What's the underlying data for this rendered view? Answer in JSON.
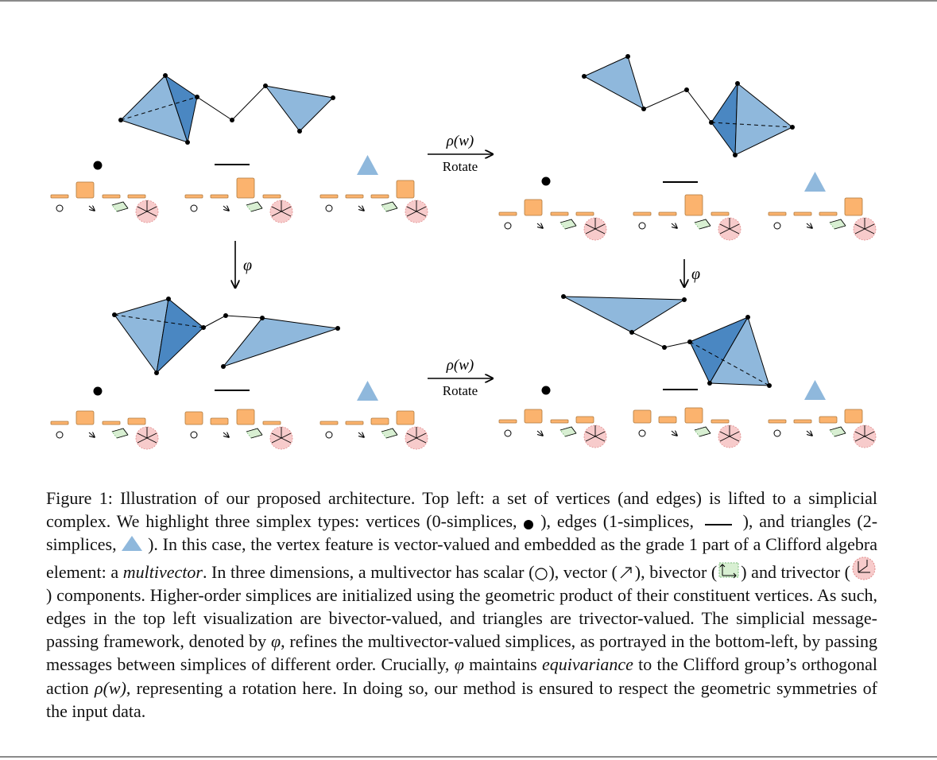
{
  "figure": {
    "arrow_top_math": "ρ(w)",
    "arrow_top_word": "Rotate",
    "arrow_bottom_math": "ρ(w)",
    "arrow_bottom_word": "Rotate",
    "phi_left": "φ",
    "phi_right": "φ"
  },
  "caption": {
    "s1": "Figure 1: Illustration of our proposed architecture. Top left: a set of vertices (and edges) is lifted to a simplicial complex. We highlight three simplex types: vertices (0-simplices,",
    "s2": "), edges (1-simplices,",
    "s3": "), and triangles (2-simplices,",
    "s4": "). In this case, the vertex feature is vector-valued and embedded as the grade 1 part of a Clifford algebra element: a",
    "s5": "multivector",
    "s6": ". In three dimensions, a multivector has scalar (",
    "s7": "), vector (",
    "s8": "), bivector (",
    "s9": ") and trivector (",
    "s10": ") components. Higher-order simplices are initialized using the geometric product of their constituent vertices. As such, edges in the top left visualization are bivector-valued, and triangles are trivector-valued. The simplicial message-passing framework, denoted by",
    "s11": "φ",
    "s12": ", refines the multivector-valued simplices, as portrayed in the bottom-left, by passing messages between simplices of different order. Crucially,",
    "s13": "φ",
    "s14": "maintains",
    "s15": "equivariance",
    "s16": "to the Clifford group’s orthogonal action",
    "s17": "ρ(w)",
    "s18": ", representing a rotation here. In doing so, our method is ensured to respect the geometric symmetries of the input data."
  },
  "colors": {
    "light_blue": "#8fb8dc",
    "dark_blue": "#4a87c2",
    "orange": "#fbb36e",
    "green": "#d8efd2",
    "pink": "#f7cbcb"
  }
}
